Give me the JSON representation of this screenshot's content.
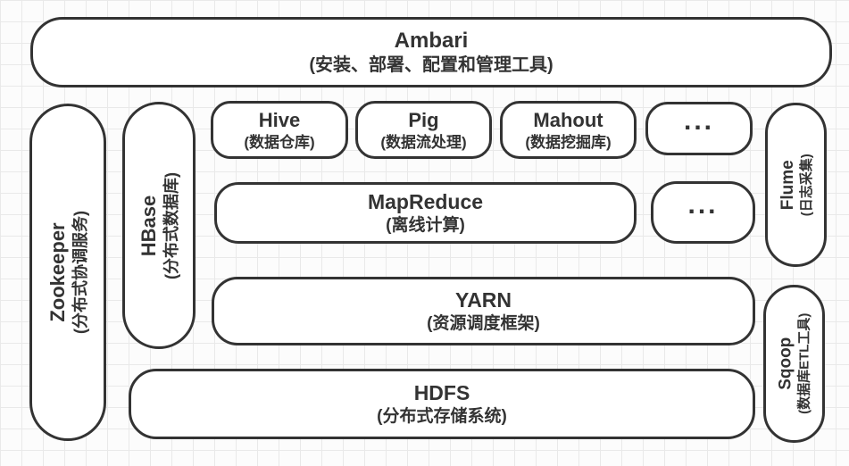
{
  "colors": {
    "border": "#333333",
    "text": "#333333",
    "box_fill": "#ffffff",
    "grid_line": "#e9e9e9",
    "background": "#fcfcfc"
  },
  "boxes": {
    "ambari": {
      "name": "Ambari",
      "desc": "(安装、部署、配置和管理工具)"
    },
    "zookeeper": {
      "name": "Zookeeper",
      "desc": "(分布式协调服务)"
    },
    "hbase": {
      "name": "HBase",
      "desc": "(分布式数据库)"
    },
    "hive": {
      "name": "Hive",
      "desc": "(数据仓库)"
    },
    "pig": {
      "name": "Pig",
      "desc": "(数据流处理)"
    },
    "mahout": {
      "name": "Mahout",
      "desc": "(数据挖掘库)"
    },
    "ellipsis_row1": {
      "name": "..."
    },
    "mapreduce": {
      "name": "MapReduce",
      "desc": "(离线计算)"
    },
    "ellipsis_row2": {
      "name": "..."
    },
    "yarn": {
      "name": "YARN",
      "desc": "(资源调度框架)"
    },
    "hdfs": {
      "name": "HDFS",
      "desc": "(分布式存储系统)"
    },
    "flume": {
      "name": "Flume",
      "desc": "(日志采集)"
    },
    "sqoop": {
      "name": "Sqoop",
      "desc": "(数据库ETL工具)"
    }
  }
}
